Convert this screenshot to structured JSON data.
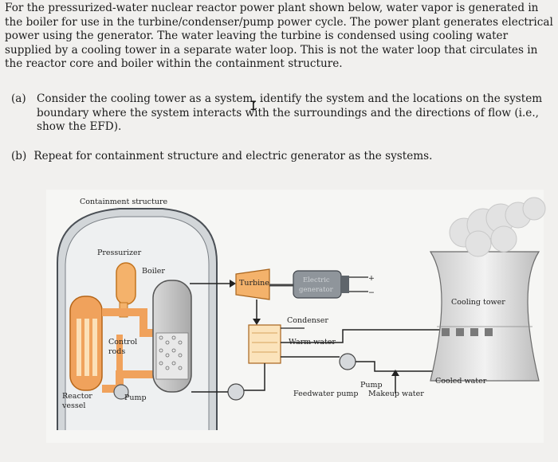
{
  "problem": {
    "text": "For the pressurized-water nuclear reactor power plant shown below, water vapor is generated in the boiler for use in the turbine/condenser/pump power cycle. The power plant generates electrical power using the generator. The water leaving the turbine is condensed using cooling water supplied by a cooling tower in a separate water loop. This is not the water loop that circulates in the reactor core and boiler within the containment structure."
  },
  "parts": [
    {
      "label": "(a)",
      "text": "Consider the cooling tower as a system, identify the system and the locations on the system boundary where the system interacts with the surroundings and the directions of flow (i.e., show the EFD)."
    },
    {
      "label": "(b)",
      "text": "Repeat for containment structure and electric generator as the systems."
    }
  ],
  "diagram": {
    "labels": {
      "containment": "Containment structure",
      "pressurizer": "Pressurizer",
      "boiler": "Boiler",
      "turbine": "Turbine",
      "generator_1": "Electric",
      "generator_2": "generator",
      "condenser": "Condenser",
      "warm_water": "Warm water",
      "control_1": "Control",
      "control_2": "rods",
      "reactor_1": "Reactor",
      "reactor_2": "vessel",
      "pump_reactor": "Pump",
      "feedwater_pump": "Feedwater pump",
      "pump": "Pump",
      "makeup": "Makeup water",
      "cooling_tower": "Cooling tower",
      "cooled_water": "Cooled water",
      "plus": "+",
      "minus": "−"
    }
  }
}
